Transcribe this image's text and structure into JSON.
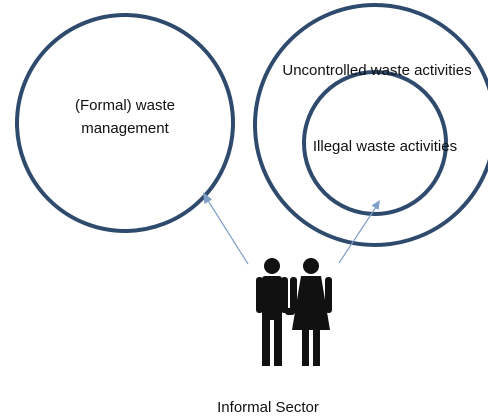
{
  "diagram": {
    "formal_label_line1": "(Formal) waste",
    "formal_label_line2": "management",
    "uncontrolled_label": "Uncontrolled waste activities",
    "illegal_label": "Illegal waste activities",
    "informal_label": "Informal Sector",
    "circle_color": "#2e4a6d",
    "arrow_color": "#7f9fc8",
    "people_color": "#111111",
    "people_icon": "couple-icon"
  }
}
